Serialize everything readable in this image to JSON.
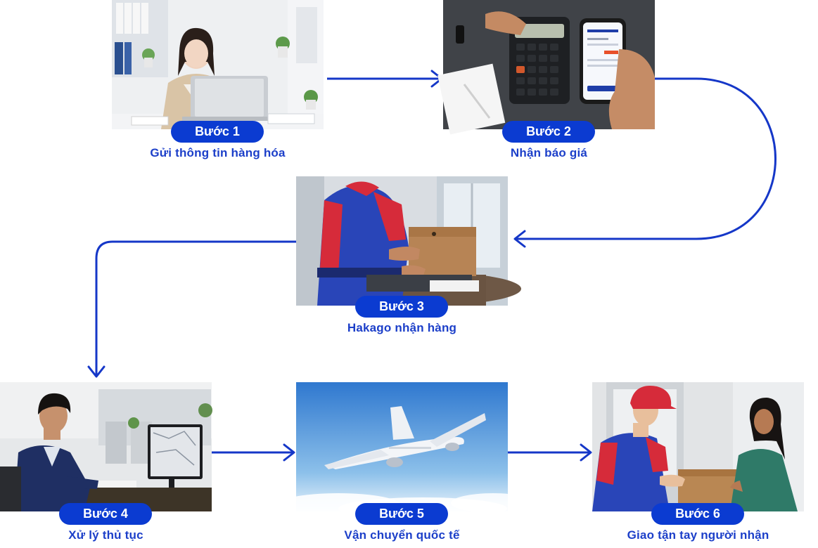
{
  "colors": {
    "accent": "#0b3bd1",
    "caption": "#1c3fc9",
    "arrow": "#1537c8"
  },
  "steps": [
    {
      "badge": "Bước 1",
      "caption": "Gửi thông tin hàng hóa"
    },
    {
      "badge": "Bước 2",
      "caption": "Nhận báo giá"
    },
    {
      "badge": "Bước 3",
      "caption": "Hakago nhận hàng"
    },
    {
      "badge": "Bước 4",
      "caption": "Xử lý thủ tục"
    },
    {
      "badge": "Bước 5",
      "caption": "Vận chuyển quốc tế"
    },
    {
      "badge": "Bước 6",
      "caption": "Giao tận tay người nhận"
    }
  ]
}
